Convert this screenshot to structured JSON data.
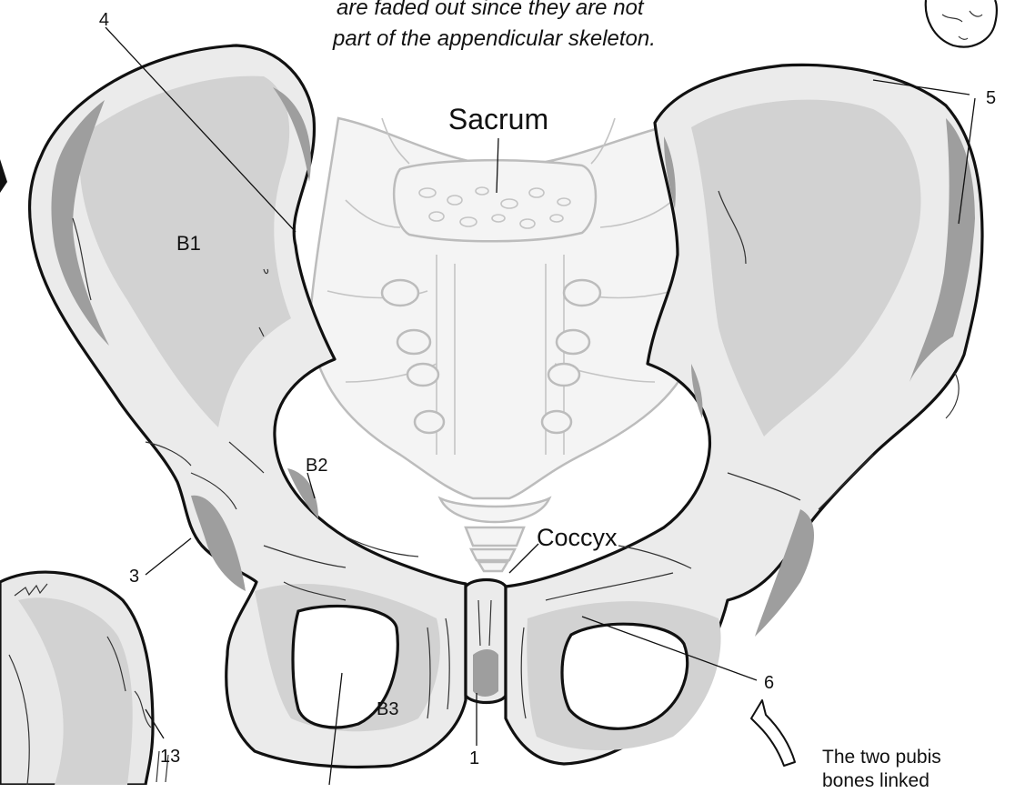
{
  "note": {
    "line1": "are faded out since they are not",
    "line2": "part of the appendicular skeleton."
  },
  "caption": {
    "line1": "The two pubis",
    "line2": "bones linked"
  },
  "labels": {
    "sacrum": "Sacrum",
    "coccyx": "Coccyx",
    "b1": "B1",
    "b2": "B2",
    "b3": "B3",
    "n1": "1",
    "n3": "3",
    "n4": "4",
    "n5": "5",
    "n6": "6",
    "n13": "13"
  }
}
